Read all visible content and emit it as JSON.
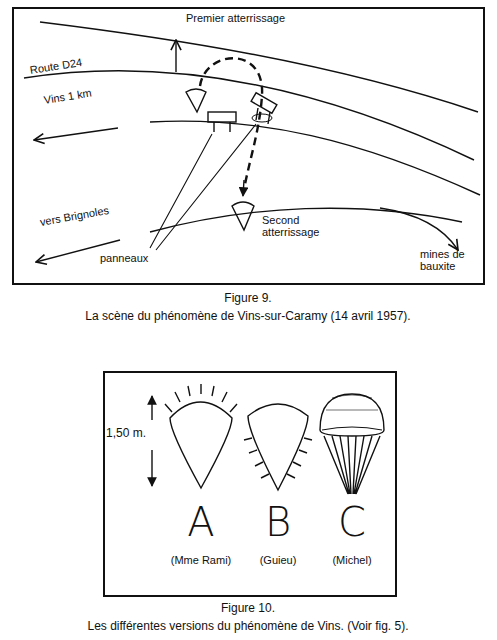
{
  "diagram": {
    "labels": [
      "Premier atterrissage",
      "Route D24",
      "Vins 1 km",
      "vers Brignoles",
      "panneaux",
      "Second atterrissage",
      "mines de bauxite",
      "Figure 9.",
      "La scène du phénomène de Vins-sur-Caramy (14 avril 1957).",
      "1,50 m.",
      "A",
      "B",
      "C",
      "(Mme Rami)",
      "(Guieu)",
      "(Michel)",
      "Figure 10.",
      "Les différentes versions du phénomène de Vins. (Voir fig. 5)."
    ]
  }
}
